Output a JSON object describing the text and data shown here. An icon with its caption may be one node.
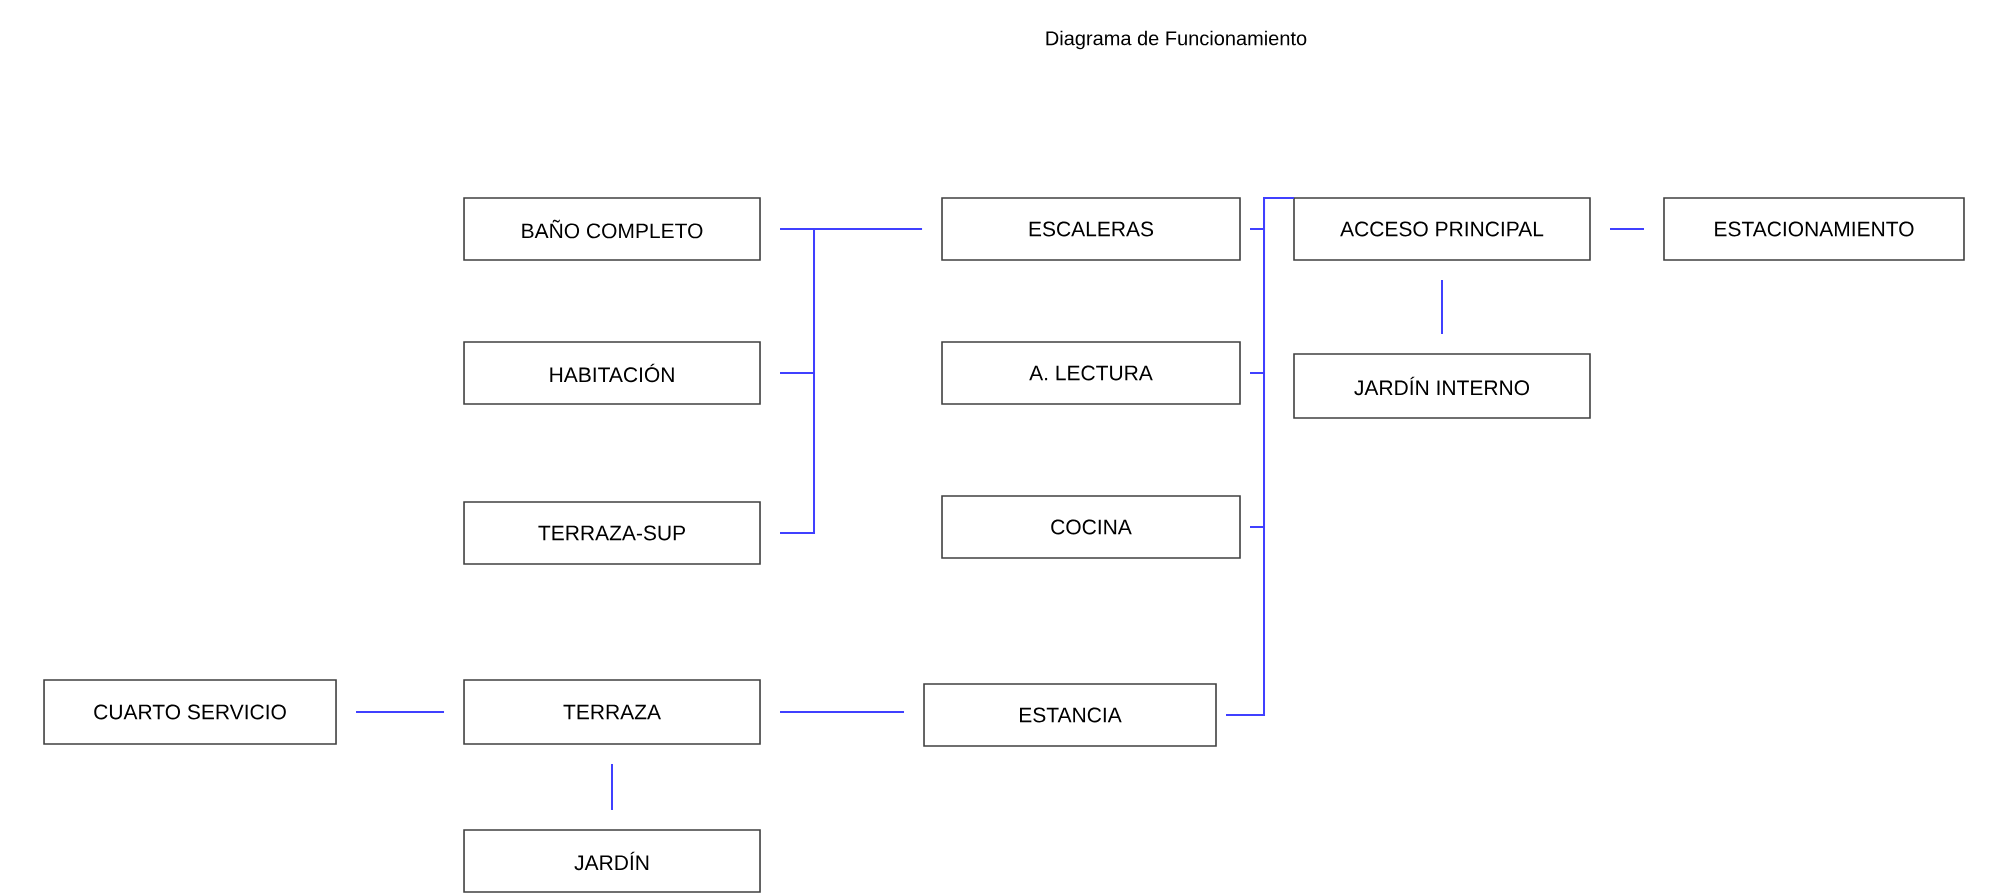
{
  "diagram": {
    "title": "Diagrama de Funcionamiento",
    "nodes": [
      {
        "text": [
          "BAÑO COMPLETO"
        ]
      },
      {
        "text": [
          "ESCALERAS"
        ]
      },
      {
        "text": [
          "ACCESO PRINCIPAL"
        ]
      },
      {
        "text": [
          "ESTACIONAMIENTO"
        ]
      },
      {
        "text": [
          "HABITACIÓN"
        ]
      },
      {
        "text": [
          "A. LECTURA"
        ]
      },
      {
        "text": [
          "JARDÍN INTERNO"
        ]
      },
      {
        "text": [
          "TERRAZA-SUP"
        ]
      },
      {
        "text": [
          "COCINA"
        ]
      },
      {
        "text": [
          "CUARTO SERVICIO"
        ]
      },
      {
        "text": [
          "TERRAZA"
        ]
      },
      {
        "text": [
          "ESTANCIA"
        ]
      },
      {
        "text": [
          "JARDÍN"
        ]
      }
    ],
    "edges": [
      {
        "from": 0,
        "to": 1,
        "arrow": "none"
      },
      {
        "from": 4,
        "to": 1,
        "arrow": "none"
      },
      {
        "from": 7,
        "to": 1,
        "arrow": "none"
      },
      {
        "from": 1,
        "to": 2,
        "arrow": "none"
      },
      {
        "from": 5,
        "to": 2,
        "arrow": "none"
      },
      {
        "from": 8,
        "to": 2,
        "arrow": "none"
      },
      {
        "from": 11,
        "to": 2,
        "arrow": "none"
      },
      {
        "from": 2,
        "to": 3,
        "arrow": "none"
      },
      {
        "from": 2,
        "to": 6,
        "arrow": "none"
      },
      {
        "from": 9,
        "to": 10,
        "arrow": "none"
      },
      {
        "from": 10,
        "to": 11,
        "arrow": "none"
      },
      {
        "from": 10,
        "to": 12,
        "arrow": "none"
      }
    ]
  }
}
